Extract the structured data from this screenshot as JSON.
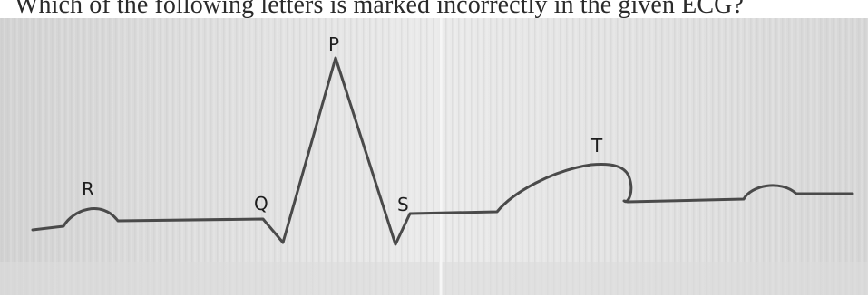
{
  "question": {
    "text": "Which of the following letters is marked incorrectly in the given ECG?"
  },
  "ecg": {
    "labels": {
      "r": "R",
      "q": "Q",
      "p": "P",
      "s": "S",
      "t": "T"
    }
  }
}
